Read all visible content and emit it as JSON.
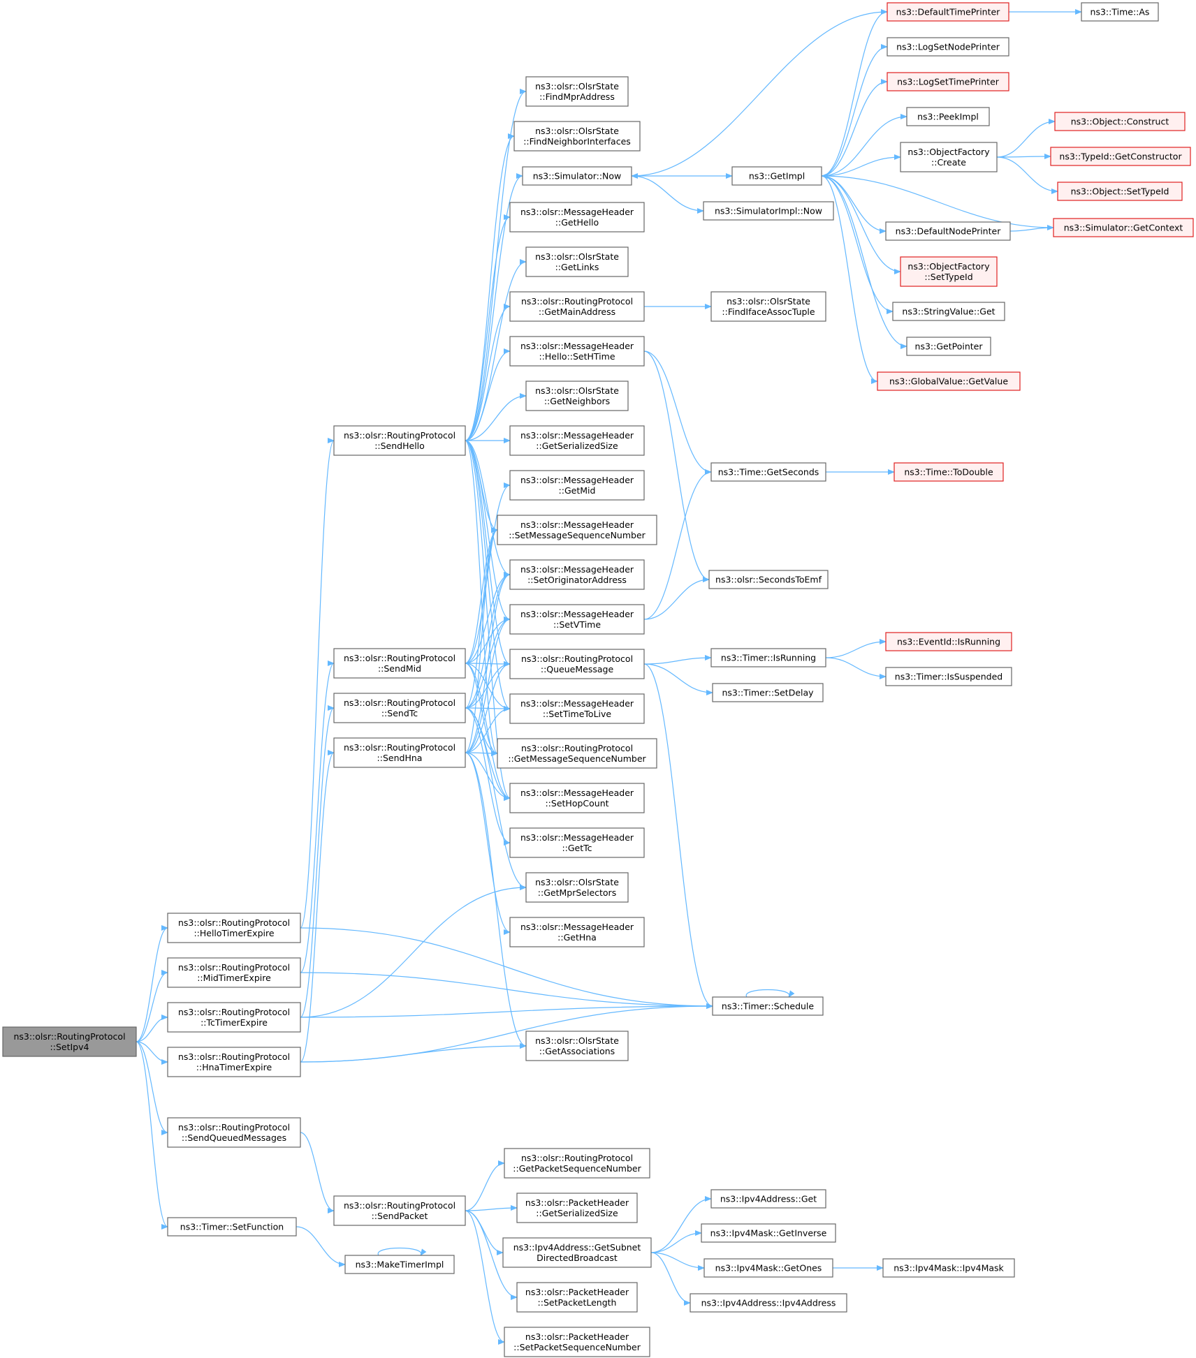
{
  "nodes": [
    {
      "id": "setipv4",
      "lines": [
        "ns3::olsr::RoutingProtocol",
        "::SetIpv4"
      ],
      "style": "root"
    },
    {
      "id": "hellotimer",
      "lines": [
        "ns3::olsr::RoutingProtocol",
        "::HelloTimerExpire"
      ],
      "style": "normal"
    },
    {
      "id": "midtimer",
      "lines": [
        "ns3::olsr::RoutingProtocol",
        "::MidTimerExpire"
      ],
      "style": "normal"
    },
    {
      "id": "tctimer",
      "lines": [
        "ns3::olsr::RoutingProtocol",
        "::TcTimerExpire"
      ],
      "style": "normal"
    },
    {
      "id": "hnatimer",
      "lines": [
        "ns3::olsr::RoutingProtocol",
        "::HnaTimerExpire"
      ],
      "style": "normal"
    },
    {
      "id": "sendqueued",
      "lines": [
        "ns3::olsr::RoutingProtocol",
        "::SendQueuedMessages"
      ],
      "style": "normal"
    },
    {
      "id": "setfunction",
      "lines": [
        "ns3::Timer::SetFunction"
      ],
      "style": "normal"
    },
    {
      "id": "sendhello",
      "lines": [
        "ns3::olsr::RoutingProtocol",
        "::SendHello"
      ],
      "style": "normal"
    },
    {
      "id": "sendmid",
      "lines": [
        "ns3::olsr::RoutingProtocol",
        "::SendMid"
      ],
      "style": "normal"
    },
    {
      "id": "sendtc",
      "lines": [
        "ns3::olsr::RoutingProtocol",
        "::SendTc"
      ],
      "style": "normal"
    },
    {
      "id": "sendhna",
      "lines": [
        "ns3::olsr::RoutingProtocol",
        "::SendHna"
      ],
      "style": "normal"
    },
    {
      "id": "sendpacket",
      "lines": [
        "ns3::olsr::RoutingProtocol",
        "::SendPacket"
      ],
      "style": "normal"
    },
    {
      "id": "maketimerimpl",
      "lines": [
        "ns3::MakeTimerImpl"
      ],
      "style": "normal"
    },
    {
      "id": "findmpr",
      "lines": [
        "ns3::olsr::OlsrState",
        "::FindMprAddress"
      ],
      "style": "normal"
    },
    {
      "id": "findneighif",
      "lines": [
        "ns3::olsr::OlsrState",
        "::FindNeighborInterfaces"
      ],
      "style": "normal"
    },
    {
      "id": "simnow",
      "lines": [
        "ns3::Simulator::Now"
      ],
      "style": "normal"
    },
    {
      "id": "gethello",
      "lines": [
        "ns3::olsr::MessageHeader",
        "::GetHello"
      ],
      "style": "normal"
    },
    {
      "id": "getlinks",
      "lines": [
        "ns3::olsr::OlsrState",
        "::GetLinks"
      ],
      "style": "normal"
    },
    {
      "id": "getmainaddr",
      "lines": [
        "ns3::olsr::RoutingProtocol",
        "::GetMainAddress"
      ],
      "style": "normal"
    },
    {
      "id": "sethtime",
      "lines": [
        "ns3::olsr::MessageHeader",
        "::Hello::SetHTime"
      ],
      "style": "normal"
    },
    {
      "id": "getneighbors",
      "lines": [
        "ns3::olsr::OlsrState",
        "::GetNeighbors"
      ],
      "style": "normal"
    },
    {
      "id": "getserialsize",
      "lines": [
        "ns3::olsr::MessageHeader",
        "::GetSerializedSize"
      ],
      "style": "normal"
    },
    {
      "id": "getmid",
      "lines": [
        "ns3::olsr::MessageHeader",
        "::GetMid"
      ],
      "style": "normal"
    },
    {
      "id": "setmsgseq",
      "lines": [
        "ns3::olsr::MessageHeader",
        "::SetMessageSequenceNumber"
      ],
      "style": "normal"
    },
    {
      "id": "setorigaddr",
      "lines": [
        "ns3::olsr::MessageHeader",
        "::SetOriginatorAddress"
      ],
      "style": "normal"
    },
    {
      "id": "setvtime",
      "lines": [
        "ns3::olsr::MessageHeader",
        "::SetVTime"
      ],
      "style": "normal"
    },
    {
      "id": "queuemsg",
      "lines": [
        "ns3::olsr::RoutingProtocol",
        "::QueueMessage"
      ],
      "style": "normal"
    },
    {
      "id": "setttl",
      "lines": [
        "ns3::olsr::MessageHeader",
        "::SetTimeToLive"
      ],
      "style": "normal"
    },
    {
      "id": "getmsgseq",
      "lines": [
        "ns3::olsr::RoutingProtocol",
        "::GetMessageSequenceNumber"
      ],
      "style": "normal"
    },
    {
      "id": "sethopcount",
      "lines": [
        "ns3::olsr::MessageHeader",
        "::SetHopCount"
      ],
      "style": "normal"
    },
    {
      "id": "gettc",
      "lines": [
        "ns3::olsr::MessageHeader",
        "::GetTc"
      ],
      "style": "normal"
    },
    {
      "id": "getmprsel",
      "lines": [
        "ns3::olsr::OlsrState",
        "::GetMprSelectors"
      ],
      "style": "normal"
    },
    {
      "id": "gethna",
      "lines": [
        "ns3::olsr::MessageHeader",
        "::GetHna"
      ],
      "style": "normal"
    },
    {
      "id": "getassoc",
      "lines": [
        "ns3::olsr::OlsrState",
        "::GetAssociations"
      ],
      "style": "normal"
    },
    {
      "id": "getpktseq",
      "lines": [
        "ns3::olsr::RoutingProtocol",
        "::GetPacketSequenceNumber"
      ],
      "style": "normal"
    },
    {
      "id": "pktgetsize",
      "lines": [
        "ns3::olsr::PacketHeader",
        "::GetSerializedSize"
      ],
      "style": "normal"
    },
    {
      "id": "getsubnet",
      "lines": [
        "ns3::Ipv4Address::GetSubnet",
        "DirectedBroadcast"
      ],
      "style": "normal"
    },
    {
      "id": "setpktlen",
      "lines": [
        "ns3::olsr::PacketHeader",
        "::SetPacketLength"
      ],
      "style": "normal"
    },
    {
      "id": "setpktseq",
      "lines": [
        "ns3::olsr::PacketHeader",
        "::SetPacketSequenceNumber"
      ],
      "style": "normal"
    },
    {
      "id": "getimpl",
      "lines": [
        "ns3::GetImpl"
      ],
      "style": "normal"
    },
    {
      "id": "simimplnow",
      "lines": [
        "ns3::SimulatorImpl::Now"
      ],
      "style": "normal"
    },
    {
      "id": "findifaceassoc",
      "lines": [
        "ns3::olsr::OlsrState",
        "::FindIfaceAssocTuple"
      ],
      "style": "normal"
    },
    {
      "id": "getseconds",
      "lines": [
        "ns3::Time::GetSeconds"
      ],
      "style": "normal"
    },
    {
      "id": "secondstoemf",
      "lines": [
        "ns3::olsr::SecondsToEmf"
      ],
      "style": "normal"
    },
    {
      "id": "isrunning",
      "lines": [
        "ns3::Timer::IsRunning"
      ],
      "style": "normal"
    },
    {
      "id": "setdelay",
      "lines": [
        "ns3::Timer::SetDelay"
      ],
      "style": "normal"
    },
    {
      "id": "schedule",
      "lines": [
        "ns3::Timer::Schedule"
      ],
      "style": "normal"
    },
    {
      "id": "ipv4get",
      "lines": [
        "ns3::Ipv4Address::Get"
      ],
      "style": "normal"
    },
    {
      "id": "getinverse",
      "lines": [
        "ns3::Ipv4Mask::GetInverse"
      ],
      "style": "normal"
    },
    {
      "id": "getones",
      "lines": [
        "ns3::Ipv4Mask::GetOnes"
      ],
      "style": "normal"
    },
    {
      "id": "ipv4addrctor",
      "lines": [
        "ns3::Ipv4Address::Ipv4Address"
      ],
      "style": "normal"
    },
    {
      "id": "deftimeprinter",
      "lines": [
        "ns3::DefaultTimePrinter"
      ],
      "style": "red"
    },
    {
      "id": "timeas",
      "lines": [
        "ns3::Time::As"
      ],
      "style": "normal"
    },
    {
      "id": "logsetnode",
      "lines": [
        "ns3::LogSetNodePrinter"
      ],
      "style": "normal"
    },
    {
      "id": "logsettime",
      "lines": [
        "ns3::LogSetTimePrinter"
      ],
      "style": "red"
    },
    {
      "id": "peekimpl",
      "lines": [
        "ns3::PeekImpl"
      ],
      "style": "normal"
    },
    {
      "id": "objfactcreate",
      "lines": [
        "ns3::ObjectFactory",
        "::Create"
      ],
      "style": "normal"
    },
    {
      "id": "objconstruct",
      "lines": [
        "ns3::Object::Construct"
      ],
      "style": "red"
    },
    {
      "id": "typeidctor",
      "lines": [
        "ns3::TypeId::GetConstructor"
      ],
      "style": "red"
    },
    {
      "id": "objsettypeid",
      "lines": [
        "ns3::Object::SetTypeId"
      ],
      "style": "red"
    },
    {
      "id": "defnodeprinter",
      "lines": [
        "ns3::DefaultNodePrinter"
      ],
      "style": "normal"
    },
    {
      "id": "simgetcontext",
      "lines": [
        "ns3::Simulator::GetContext"
      ],
      "style": "red"
    },
    {
      "id": "objfactsettypeid",
      "lines": [
        "ns3::ObjectFactory",
        "::SetTypeId"
      ],
      "style": "red"
    },
    {
      "id": "stringvalget",
      "lines": [
        "ns3::StringValue::Get"
      ],
      "style": "normal"
    },
    {
      "id": "getpointer",
      "lines": [
        "ns3::GetPointer"
      ],
      "style": "normal"
    },
    {
      "id": "globalvalget",
      "lines": [
        "ns3::GlobalValue::GetValue"
      ],
      "style": "red"
    },
    {
      "id": "todouble",
      "lines": [
        "ns3::Time::ToDouble"
      ],
      "style": "red"
    },
    {
      "id": "eventisrunning",
      "lines": [
        "ns3::EventId::IsRunning"
      ],
      "style": "red"
    },
    {
      "id": "issuspended",
      "lines": [
        "ns3::Timer::IsSuspended"
      ],
      "style": "normal"
    },
    {
      "id": "ipv4maskctor",
      "lines": [
        "ns3::Ipv4Mask::Ipv4Mask"
      ],
      "style": "normal"
    }
  ],
  "edges": [
    [
      "setipv4",
      "hellotimer"
    ],
    [
      "setipv4",
      "midtimer"
    ],
    [
      "setipv4",
      "tctimer"
    ],
    [
      "setipv4",
      "hnatimer"
    ],
    [
      "setipv4",
      "sendqueued"
    ],
    [
      "setipv4",
      "setfunction"
    ],
    [
      "hellotimer",
      "sendhello"
    ],
    [
      "hellotimer",
      "schedule"
    ],
    [
      "midtimer",
      "sendmid"
    ],
    [
      "midtimer",
      "schedule"
    ],
    [
      "tctimer",
      "sendtc"
    ],
    [
      "tctimer",
      "schedule"
    ],
    [
      "tctimer",
      "getmprsel"
    ],
    [
      "hnatimer",
      "sendhna"
    ],
    [
      "hnatimer",
      "schedule"
    ],
    [
      "hnatimer",
      "getassoc"
    ],
    [
      "sendqueued",
      "sendpacket"
    ],
    [
      "setfunction",
      "maketimerimpl"
    ],
    [
      "maketimerimpl",
      "maketimerimpl"
    ],
    [
      "sendhello",
      "findmpr"
    ],
    [
      "sendhello",
      "findneighif"
    ],
    [
      "sendhello",
      "simnow"
    ],
    [
      "sendhello",
      "gethello"
    ],
    [
      "sendhello",
      "getlinks"
    ],
    [
      "sendhello",
      "getmainaddr"
    ],
    [
      "sendhello",
      "sethtime"
    ],
    [
      "sendhello",
      "getneighbors"
    ],
    [
      "sendhello",
      "getserialsize"
    ],
    [
      "sendhello",
      "setmsgseq"
    ],
    [
      "sendhello",
      "setorigaddr"
    ],
    [
      "sendhello",
      "setvtime"
    ],
    [
      "sendhello",
      "queuemsg"
    ],
    [
      "sendhello",
      "setttl"
    ],
    [
      "sendhello",
      "getmsgseq"
    ],
    [
      "sendhello",
      "sethopcount"
    ],
    [
      "sendmid",
      "getmid"
    ],
    [
      "sendmid",
      "setmsgseq"
    ],
    [
      "sendmid",
      "setorigaddr"
    ],
    [
      "sendmid",
      "setvtime"
    ],
    [
      "sendmid",
      "queuemsg"
    ],
    [
      "sendmid",
      "setttl"
    ],
    [
      "sendmid",
      "getmsgseq"
    ],
    [
      "sendmid",
      "sethopcount"
    ],
    [
      "sendtc",
      "setmsgseq"
    ],
    [
      "sendtc",
      "setorigaddr"
    ],
    [
      "sendtc",
      "setvtime"
    ],
    [
      "sendtc",
      "queuemsg"
    ],
    [
      "sendtc",
      "setttl"
    ],
    [
      "sendtc",
      "getmsgseq"
    ],
    [
      "sendtc",
      "sethopcount"
    ],
    [
      "sendtc",
      "gettc"
    ],
    [
      "sendtc",
      "getmprsel"
    ],
    [
      "sendhna",
      "setmsgseq"
    ],
    [
      "sendhna",
      "setorigaddr"
    ],
    [
      "sendhna",
      "setvtime"
    ],
    [
      "sendhna",
      "queuemsg"
    ],
    [
      "sendhna",
      "setttl"
    ],
    [
      "sendhna",
      "getmsgseq"
    ],
    [
      "sendhna",
      "sethopcount"
    ],
    [
      "sendhna",
      "gethna"
    ],
    [
      "sendhna",
      "getassoc"
    ],
    [
      "sendpacket",
      "getpktseq"
    ],
    [
      "sendpacket",
      "pktgetsize"
    ],
    [
      "sendpacket",
      "getsubnet"
    ],
    [
      "sendpacket",
      "setpktlen"
    ],
    [
      "sendpacket",
      "setpktseq"
    ],
    [
      "simnow",
      "getimpl"
    ],
    [
      "simnow",
      "simimplnow"
    ],
    [
      "getmainaddr",
      "findifaceassoc"
    ],
    [
      "sethtime",
      "getseconds"
    ],
    [
      "sethtime",
      "secondstoemf"
    ],
    [
      "setvtime",
      "getseconds"
    ],
    [
      "setvtime",
      "secondstoemf"
    ],
    [
      "queuemsg",
      "isrunning"
    ],
    [
      "queuemsg",
      "setdelay"
    ],
    [
      "queuemsg",
      "schedule"
    ],
    [
      "schedule",
      "schedule"
    ],
    [
      "getsubnet",
      "ipv4get"
    ],
    [
      "getsubnet",
      "getinverse"
    ],
    [
      "getsubnet",
      "getones"
    ],
    [
      "getsubnet",
      "ipv4addrctor"
    ],
    [
      "getones",
      "ipv4maskctor"
    ],
    [
      "getseconds",
      "todouble"
    ],
    [
      "isrunning",
      "eventisrunning"
    ],
    [
      "isrunning",
      "issuspended"
    ],
    [
      "getimpl",
      "deftimeprinter"
    ],
    [
      "getimpl",
      "logsetnode"
    ],
    [
      "getimpl",
      "logsettime"
    ],
    [
      "getimpl",
      "peekimpl"
    ],
    [
      "getimpl",
      "objfactcreate"
    ],
    [
      "getimpl",
      "defnodeprinter"
    ],
    [
      "getimpl",
      "objfactsettypeid"
    ],
    [
      "getimpl",
      "stringvalget"
    ],
    [
      "getimpl",
      "getpointer"
    ],
    [
      "getimpl",
      "globalvalget"
    ],
    [
      "deftimeprinter",
      "timeas"
    ],
    [
      "deftimeprinter",
      "simnow"
    ],
    [
      "objfactcreate",
      "objconstruct"
    ],
    [
      "objfactcreate",
      "typeidctor"
    ],
    [
      "objfactcreate",
      "objsettypeid"
    ],
    [
      "defnodeprinter",
      "simgetcontext"
    ],
    [
      "simgetcontext",
      "getimpl"
    ]
  ],
  "colors": {
    "edge": "#63b8ff",
    "node_border": "#666666",
    "red_border": "#e02020",
    "root_fill": "#999999"
  }
}
